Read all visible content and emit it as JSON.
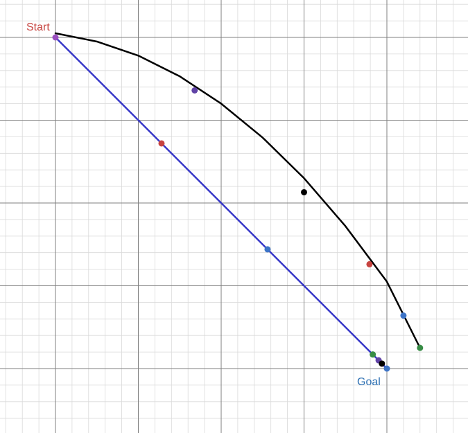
{
  "labels": {
    "start": "Start",
    "goal": "Goal"
  },
  "colors": {
    "background": "#ffffff",
    "grid_minor": "#d9d9d9",
    "grid_major": "#7f7f7f",
    "start_label": "#c74440",
    "goal_label": "#2d70b3",
    "straight_path": "#3737c8",
    "curved_path": "#000000"
  },
  "diagram": {
    "start": [
      0,
      0
    ],
    "goal": [
      4,
      -4
    ],
    "straight_path": [
      [
        0,
        0
      ],
      [
        4,
        -4
      ]
    ],
    "curve_path": [
      [
        0,
        0.05
      ],
      [
        0.5,
        -0.05
      ],
      [
        1,
        -0.22
      ],
      [
        1.5,
        -0.47
      ],
      [
        2,
        -0.8
      ],
      [
        2.5,
        -1.21
      ],
      [
        3,
        -1.7
      ],
      [
        3.5,
        -2.28
      ],
      [
        4,
        -2.95
      ],
      [
        4.4,
        -3.75
      ]
    ],
    "points_on_straight": [
      {
        "x": 0,
        "y": 0,
        "color": "#9a4fbf"
      },
      {
        "x": 1.28,
        "y": -1.28,
        "color": "#c74440"
      },
      {
        "x": 2.56,
        "y": -2.56,
        "color": "#3d74c7"
      },
      {
        "x": 3.83,
        "y": -3.83,
        "color": "#388c46"
      },
      {
        "x": 3.9,
        "y": -3.9,
        "color": "#6042a6"
      },
      {
        "x": 3.94,
        "y": -3.94,
        "color": "#000000"
      },
      {
        "x": 4,
        "y": -4,
        "color": "#3d74c7"
      }
    ],
    "points_on_curve": [
      {
        "x": 1.68,
        "y": -0.64,
        "color": "#6042a6"
      },
      {
        "x": 3,
        "y": -1.87,
        "color": "#000000"
      },
      {
        "x": 3.79,
        "y": -2.74,
        "color": "#c74440"
      },
      {
        "x": 4.2,
        "y": -3.36,
        "color": "#3d74c7"
      },
      {
        "x": 4.4,
        "y": -3.75,
        "color": "#388c46"
      }
    ]
  }
}
